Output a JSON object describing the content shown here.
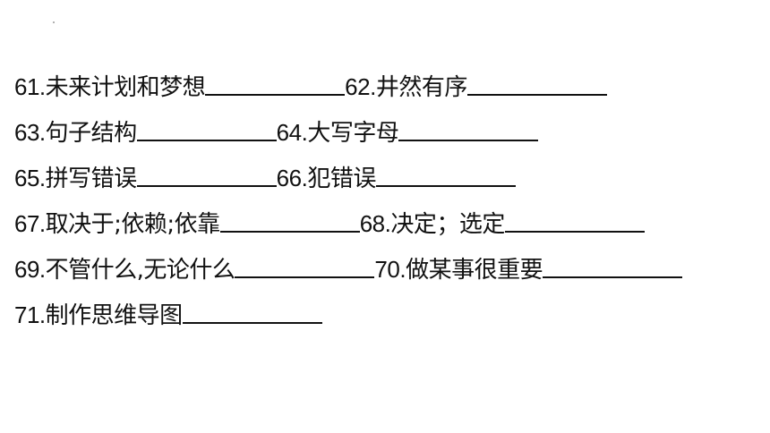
{
  "items": [
    {
      "number": "61.",
      "text": "未来计划和梦想"
    },
    {
      "number": "62.",
      "text": "井然有序"
    },
    {
      "number": "63.",
      "text": "句子结构"
    },
    {
      "number": "64.",
      "text": "大写字母"
    },
    {
      "number": "65.",
      "text": "拼写错误"
    },
    {
      "number": "66.",
      "text": "犯错误"
    },
    {
      "number": "67.",
      "text": "取决于;依赖;依靠"
    },
    {
      "number": "68.",
      "text": "决定；选定"
    },
    {
      "number": "69.",
      "text": "不管什么,无论什么"
    },
    {
      "number": "70.",
      "text": "做某事很重要"
    },
    {
      "number": "71.",
      "text": "制作思维导图"
    }
  ]
}
